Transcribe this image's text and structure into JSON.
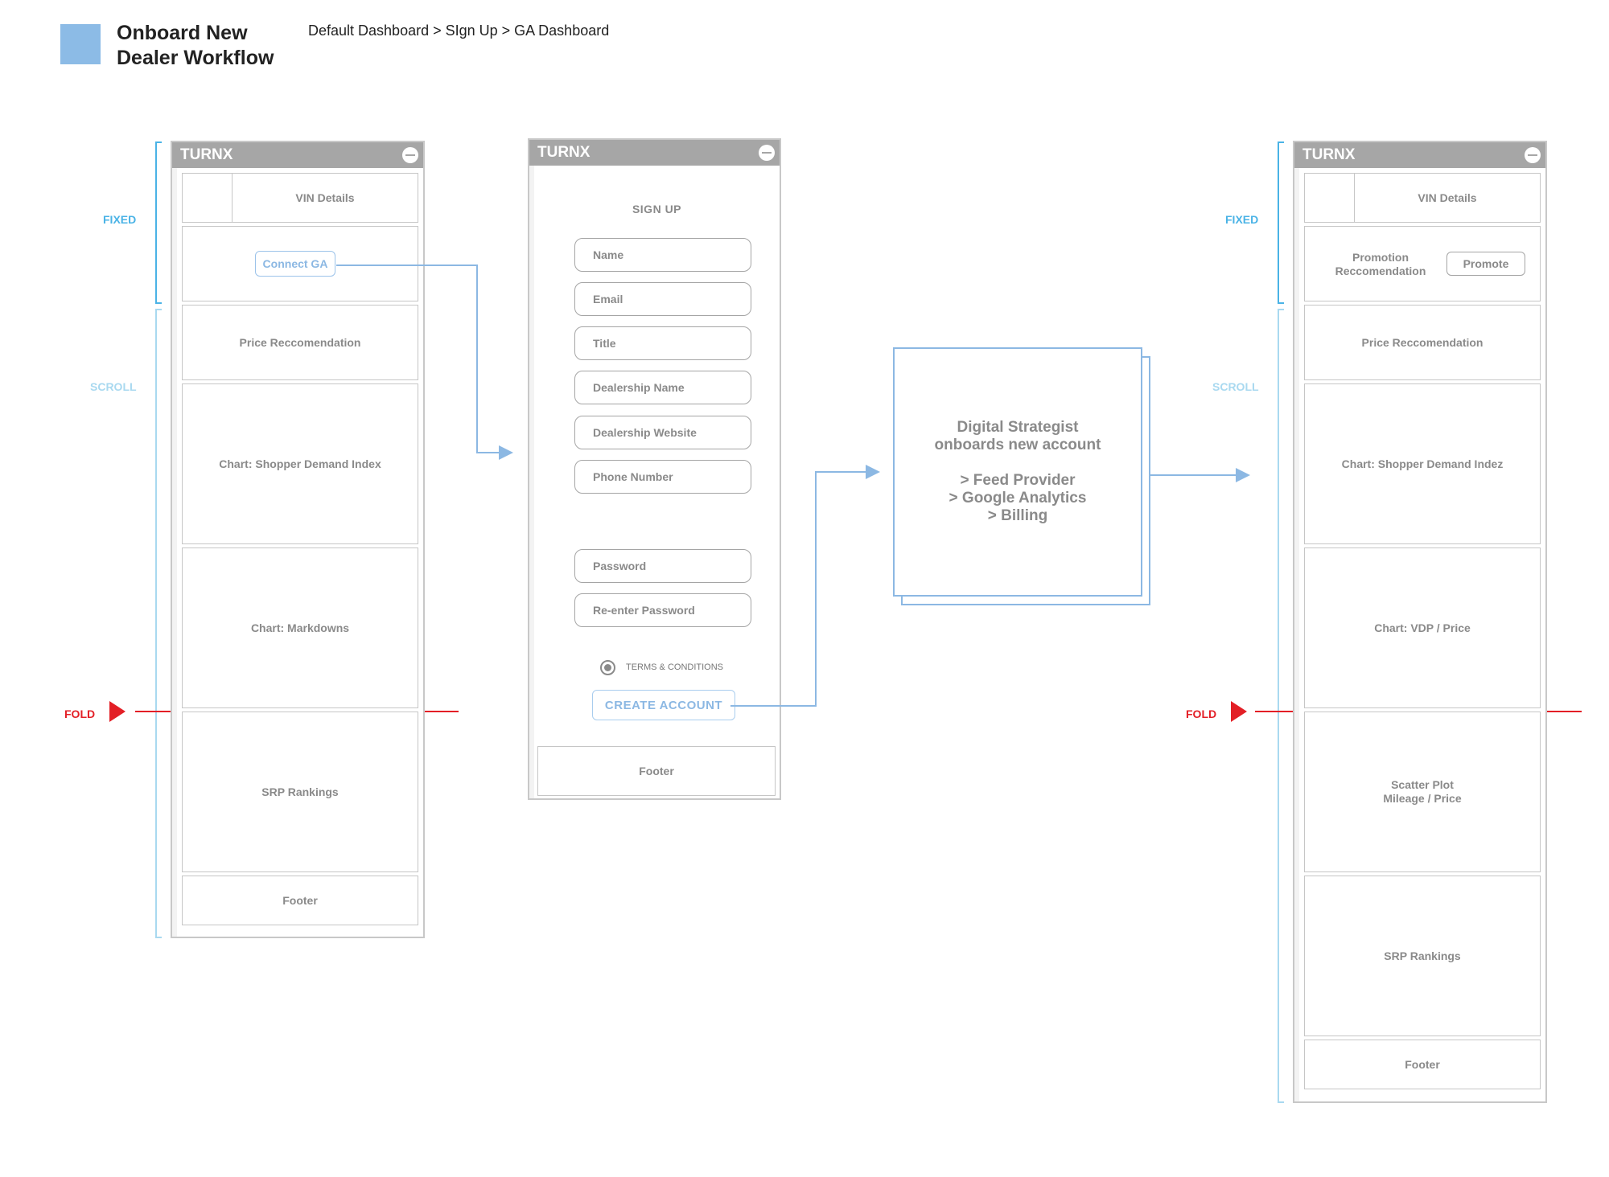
{
  "header": {
    "title": "Onboard New\nDealer Workflow",
    "breadcrumb": "Default Dashboard > SIgn Up > GA Dashboard"
  },
  "labels": {
    "fixed": "FIXED",
    "scroll": "SCROLL",
    "fold": "FOLD"
  },
  "app_name": "TURNX",
  "default_dashboard": {
    "vin_details": "VIN Details",
    "connect_ga": "Connect GA",
    "sections": [
      "Price Reccomendation",
      "Chart: Shopper Demand Index",
      "Chart: Markdowns",
      "SRP Rankings"
    ],
    "footer": "Footer"
  },
  "signup": {
    "heading": "SIGN UP",
    "fields": [
      "Name",
      "Email",
      "Title",
      "Dealership Name",
      "Dealership Website",
      "Phone Number",
      "Password",
      "Re-enter Password"
    ],
    "terms": "TERMS & CONDITIONS",
    "create_account": "CREATE ACCOUNT",
    "footer": "Footer"
  },
  "strategist": {
    "text": "Digital Strategist\nonboards new account\n\n> Feed Provider\n> Google Analytics\n> Billing"
  },
  "ga_dashboard": {
    "vin_details": "VIN Details",
    "promotion": "Promotion\nReccomendation",
    "promote": "Promote",
    "sections": [
      "Price Reccomendation",
      "Chart: Shopper Demand Indez",
      "Chart: VDP / Price",
      "Scatter Plot\nMileage / Price",
      "SRP Rankings"
    ],
    "footer": "Footer"
  },
  "colors": {
    "accent_blue": "#8cb8e3",
    "fixed_blue": "#4ab3e6",
    "scroll_blue": "#a9d9f0",
    "fold_red": "#e31f26",
    "header_grey": "#a6a6a6"
  }
}
